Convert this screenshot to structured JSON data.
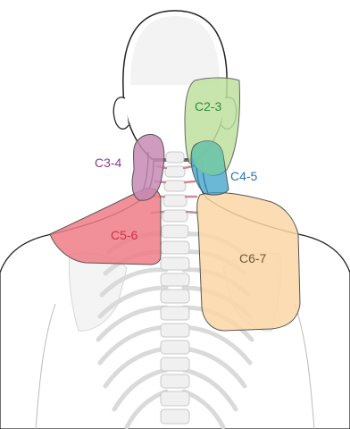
{
  "colors": {
    "outline": "#222222",
    "body_fill": "#ffffff",
    "bone_fill": "#f2f2f2",
    "bone_stroke": "#cfcfcf",
    "nerve": "#c98c95"
  },
  "regions": [
    {
      "id": "c2-3",
      "label": "C2-3",
      "fill": "#bfe0a0",
      "text_color": "#2f8a45"
    },
    {
      "id": "c3-4",
      "label": "C3-4",
      "fill": "#c78ab4",
      "text_color": "#8a3d8f"
    },
    {
      "id": "c4-5",
      "label": "C4-5",
      "fill": "#3aa0c8",
      "text_color": "#2a74b5"
    },
    {
      "id": "c5-6",
      "label": "C5-6",
      "fill": "#ee7d86",
      "text_color": "#cf2f46"
    },
    {
      "id": "c6-7",
      "label": "C6-7",
      "fill": "#fbd6a6",
      "text_color": "#6b5a3a"
    }
  ]
}
